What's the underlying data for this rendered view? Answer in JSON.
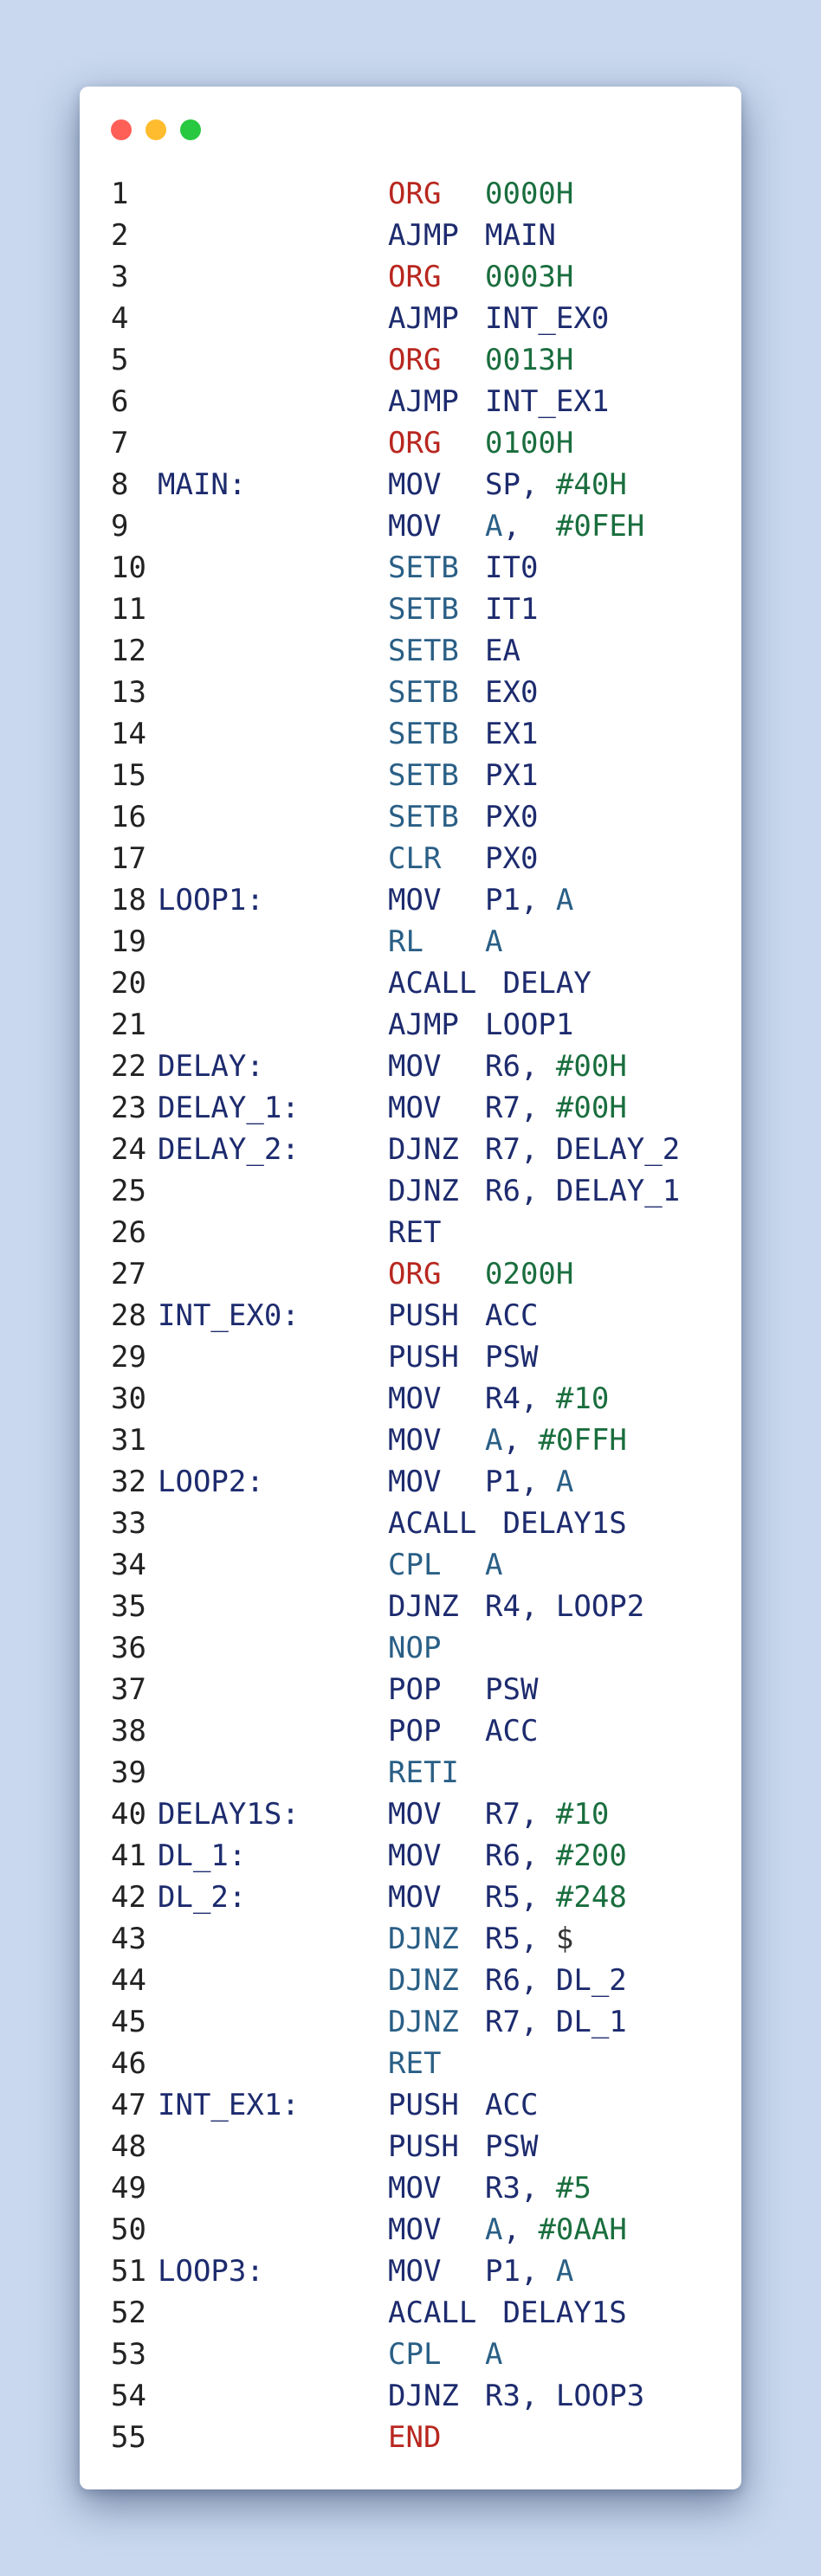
{
  "window": {
    "controls": [
      "close",
      "minimize",
      "maximize"
    ]
  },
  "colors": {
    "background": "#c9d8ee",
    "directive": "#b8271f",
    "opcode": "#1d2b6e",
    "bit_op": "#2a5f86",
    "number": "#1a6e3e"
  },
  "code_lines": [
    {
      "n": "1",
      "label": "",
      "op": "ORG",
      "opc": "d",
      "args": [
        [
          "0000H",
          "num"
        ]
      ]
    },
    {
      "n": "2",
      "label": "",
      "op": "AJMP",
      "opc": "s",
      "args": [
        [
          "MAIN",
          "sym"
        ]
      ]
    },
    {
      "n": "3",
      "label": "",
      "op": "ORG",
      "opc": "d",
      "args": [
        [
          "0003H",
          "num"
        ]
      ]
    },
    {
      "n": "4",
      "label": "",
      "op": "AJMP",
      "opc": "s",
      "args": [
        [
          "INT_EX0",
          "sym"
        ]
      ]
    },
    {
      "n": "5",
      "label": "",
      "op": "ORG",
      "opc": "d",
      "args": [
        [
          "0013H",
          "num"
        ]
      ]
    },
    {
      "n": "6",
      "label": "",
      "op": "AJMP",
      "opc": "s",
      "args": [
        [
          "INT_EX1",
          "sym"
        ]
      ]
    },
    {
      "n": "7",
      "label": "",
      "op": "ORG",
      "opc": "d",
      "args": [
        [
          "0100H",
          "num"
        ]
      ]
    },
    {
      "n": "8",
      "label": "MAIN:",
      "op": "MOV",
      "opc": "s",
      "args": [
        [
          "SP",
          "sym"
        ],
        [
          ", ",
          "sym"
        ],
        [
          "#40H",
          "num"
        ]
      ]
    },
    {
      "n": "9",
      "label": "",
      "op": "MOV",
      "opc": "s",
      "args": [
        [
          "A",
          "acc"
        ],
        [
          ",  ",
          "sym"
        ],
        [
          "#0FEH",
          "num"
        ]
      ]
    },
    {
      "n": "10",
      "label": "",
      "op": "SETB",
      "opc": "b",
      "args": [
        [
          "IT0",
          "sym"
        ]
      ]
    },
    {
      "n": "11",
      "label": "",
      "op": "SETB",
      "opc": "b",
      "args": [
        [
          "IT1",
          "sym"
        ]
      ]
    },
    {
      "n": "12",
      "label": "",
      "op": "SETB",
      "opc": "b",
      "args": [
        [
          "EA",
          "sym"
        ]
      ]
    },
    {
      "n": "13",
      "label": "",
      "op": "SETB",
      "opc": "b",
      "args": [
        [
          "EX0",
          "sym"
        ]
      ]
    },
    {
      "n": "14",
      "label": "",
      "op": "SETB",
      "opc": "b",
      "args": [
        [
          "EX1",
          "sym"
        ]
      ]
    },
    {
      "n": "15",
      "label": "",
      "op": "SETB",
      "opc": "b",
      "args": [
        [
          "PX1",
          "sym"
        ]
      ]
    },
    {
      "n": "16",
      "label": "",
      "op": "SETB",
      "opc": "b",
      "args": [
        [
          "PX0",
          "sym"
        ]
      ]
    },
    {
      "n": "17",
      "label": "",
      "op": "CLR",
      "opc": "b",
      "args": [
        [
          "PX0",
          "sym"
        ]
      ]
    },
    {
      "n": "18",
      "label": "LOOP1:",
      "op": "MOV",
      "opc": "s",
      "args": [
        [
          "P1",
          "sym"
        ],
        [
          ", ",
          "sym"
        ],
        [
          "A",
          "acc"
        ]
      ]
    },
    {
      "n": "19",
      "label": "",
      "op": "RL",
      "opc": "b",
      "args": [
        [
          "A",
          "acc"
        ]
      ]
    },
    {
      "n": "20",
      "label": "",
      "op": "ACALL",
      "opc": "s",
      "args": [
        [
          " DELAY",
          "sym"
        ]
      ]
    },
    {
      "n": "21",
      "label": "",
      "op": "AJMP",
      "opc": "s",
      "args": [
        [
          "LOOP1",
          "sym"
        ]
      ]
    },
    {
      "n": "22",
      "label": "DELAY:",
      "op": "MOV",
      "opc": "s",
      "args": [
        [
          "R6",
          "sym"
        ],
        [
          ", ",
          "sym"
        ],
        [
          "#00H",
          "num"
        ]
      ]
    },
    {
      "n": "23",
      "label": "DELAY_1:",
      "op": "MOV",
      "opc": "s",
      "args": [
        [
          "R7",
          "sym"
        ],
        [
          ", ",
          "sym"
        ],
        [
          "#00H",
          "num"
        ]
      ]
    },
    {
      "n": "24",
      "label": "DELAY_2:",
      "op": "DJNZ",
      "opc": "s",
      "args": [
        [
          "R7, DELAY_2",
          "sym"
        ]
      ]
    },
    {
      "n": "25",
      "label": "",
      "op": "DJNZ",
      "opc": "s",
      "args": [
        [
          "R6, DELAY_1",
          "sym"
        ]
      ]
    },
    {
      "n": "26",
      "label": "",
      "op": "RET",
      "opc": "s",
      "args": []
    },
    {
      "n": "27",
      "label": "",
      "op": "ORG",
      "opc": "d",
      "args": [
        [
          "0200H",
          "num"
        ]
      ]
    },
    {
      "n": "28",
      "label": "INT_EX0:",
      "op": "PUSH",
      "opc": "s",
      "args": [
        [
          "ACC",
          "sym"
        ]
      ]
    },
    {
      "n": "29",
      "label": "",
      "op": "PUSH",
      "opc": "s",
      "args": [
        [
          "PSW",
          "sym"
        ]
      ]
    },
    {
      "n": "30",
      "label": "",
      "op": "MOV",
      "opc": "s",
      "args": [
        [
          "R4",
          "sym"
        ],
        [
          ", ",
          "sym"
        ],
        [
          "#10",
          "num"
        ]
      ]
    },
    {
      "n": "31",
      "label": "",
      "op": "MOV",
      "opc": "s",
      "args": [
        [
          "A",
          "acc"
        ],
        [
          ", ",
          "sym"
        ],
        [
          "#0FFH",
          "num"
        ]
      ]
    },
    {
      "n": "32",
      "label": "LOOP2:",
      "op": "MOV",
      "opc": "s",
      "args": [
        [
          "P1",
          "sym"
        ],
        [
          ", ",
          "sym"
        ],
        [
          "A",
          "acc"
        ]
      ]
    },
    {
      "n": "33",
      "label": "",
      "op": "ACALL",
      "opc": "s",
      "args": [
        [
          " DELAY1S",
          "sym"
        ]
      ]
    },
    {
      "n": "34",
      "label": "",
      "op": "CPL",
      "opc": "b",
      "args": [
        [
          "A",
          "acc"
        ]
      ]
    },
    {
      "n": "35",
      "label": "",
      "op": "DJNZ",
      "opc": "s",
      "args": [
        [
          "R4, LOOP2",
          "sym"
        ]
      ]
    },
    {
      "n": "36",
      "label": "",
      "op": "NOP",
      "opc": "b",
      "args": []
    },
    {
      "n": "37",
      "label": "",
      "op": "POP",
      "opc": "s",
      "args": [
        [
          "PSW",
          "sym"
        ]
      ]
    },
    {
      "n": "38",
      "label": "",
      "op": "POP",
      "opc": "s",
      "args": [
        [
          "ACC",
          "sym"
        ]
      ]
    },
    {
      "n": "39",
      "label": "",
      "op": "RETI",
      "opc": "b",
      "args": []
    },
    {
      "n": "40",
      "label": "DELAY1S:",
      "op": "MOV",
      "opc": "s",
      "args": [
        [
          "R7",
          "sym"
        ],
        [
          ", ",
          "sym"
        ],
        [
          "#10",
          "num"
        ]
      ]
    },
    {
      "n": "41",
      "label": "DL_1:",
      "op": "MOV",
      "opc": "s",
      "args": [
        [
          "R6",
          "sym"
        ],
        [
          ", ",
          "sym"
        ],
        [
          "#200",
          "num"
        ]
      ]
    },
    {
      "n": "42",
      "label": "DL_2:",
      "op": "MOV",
      "opc": "s",
      "args": [
        [
          "R5",
          "sym"
        ],
        [
          ", ",
          "sym"
        ],
        [
          "#248",
          "num"
        ]
      ]
    },
    {
      "n": "43",
      "label": "",
      "op": "DJNZ",
      "opc": "b",
      "args": [
        [
          "R5",
          "sym"
        ],
        [
          ", ",
          "sym"
        ],
        [
          "$",
          "misc"
        ]
      ]
    },
    {
      "n": "44",
      "label": "",
      "op": "DJNZ",
      "opc": "b",
      "args": [
        [
          "R6, DL_2",
          "sym"
        ]
      ]
    },
    {
      "n": "45",
      "label": "",
      "op": "DJNZ",
      "opc": "b",
      "args": [
        [
          "R7, DL_1",
          "sym"
        ]
      ]
    },
    {
      "n": "46",
      "label": "",
      "op": "RET",
      "opc": "b",
      "args": []
    },
    {
      "n": "47",
      "label": "INT_EX1:",
      "op": "PUSH",
      "opc": "s",
      "args": [
        [
          "ACC",
          "sym"
        ]
      ]
    },
    {
      "n": "48",
      "label": "",
      "op": "PUSH",
      "opc": "s",
      "args": [
        [
          "PSW",
          "sym"
        ]
      ]
    },
    {
      "n": "49",
      "label": "",
      "op": "MOV",
      "opc": "s",
      "args": [
        [
          "R3",
          "sym"
        ],
        [
          ", ",
          "sym"
        ],
        [
          "#5",
          "num"
        ]
      ]
    },
    {
      "n": "50",
      "label": "",
      "op": "MOV",
      "opc": "s",
      "args": [
        [
          "A",
          "acc"
        ],
        [
          ", ",
          "sym"
        ],
        [
          "#0AAH",
          "num"
        ]
      ]
    },
    {
      "n": "51",
      "label": "LOOP3:",
      "op": "MOV",
      "opc": "s",
      "args": [
        [
          "P1",
          "sym"
        ],
        [
          ", ",
          "sym"
        ],
        [
          "A",
          "acc"
        ]
      ]
    },
    {
      "n": "52",
      "label": "",
      "op": "ACALL",
      "opc": "s",
      "args": [
        [
          " DELAY1S",
          "sym"
        ]
      ]
    },
    {
      "n": "53",
      "label": "",
      "op": "CPL",
      "opc": "b",
      "args": [
        [
          "A",
          "acc"
        ]
      ]
    },
    {
      "n": "54",
      "label": "",
      "op": "DJNZ",
      "opc": "s",
      "args": [
        [
          "R3, LOOP3",
          "sym"
        ]
      ]
    },
    {
      "n": "55",
      "label": "",
      "op": "END",
      "opc": "d",
      "args": []
    }
  ]
}
